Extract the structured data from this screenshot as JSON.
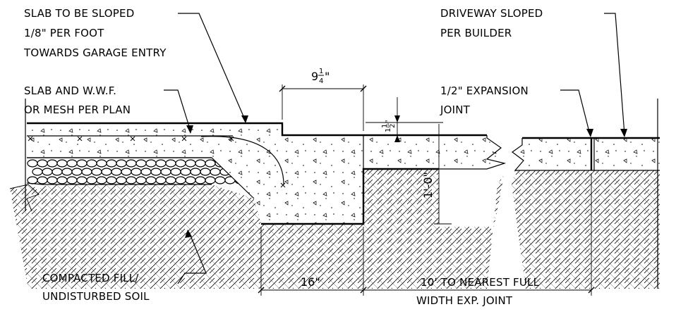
{
  "notes": {
    "slab_slope": [
      "SLAB TO BE SLOPED",
      "1/8\" PER FOOT",
      "TOWARDS GARAGE ENTRY"
    ],
    "slab_wwf": [
      "SLAB AND W.W.F.",
      "OR MESH PER PLAN"
    ],
    "driveway": [
      "DRIVEWAY SLOPED",
      "PER BUILDER"
    ],
    "expansion": [
      "1/2\" EXPANSION",
      "JOINT"
    ],
    "fill": [
      "COMPACTED FILL/",
      "UNDISTURBED SOIL"
    ]
  },
  "dimensions": {
    "step_width_whole": "9",
    "step_width_num": "1",
    "step_width_den": "4",
    "step_width_unit": "\"",
    "drop_whole": "1",
    "drop_num": "1",
    "drop_den": "2",
    "drop_unit": "\"",
    "footing_depth": "1'-0\"",
    "footing_width": "16\"",
    "to_joint": [
      "10' TO NEAREST FULL",
      "WIDTH EXP. JOINT"
    ]
  }
}
